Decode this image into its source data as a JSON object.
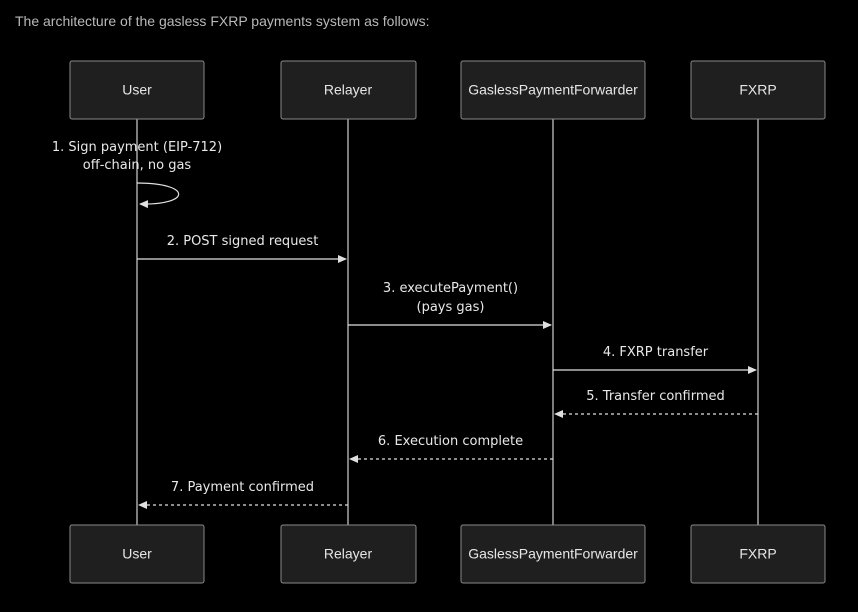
{
  "intro_text": "The architecture of the gasless FXRP payments system as follows:",
  "actors": [
    {
      "id": "user",
      "label": "User"
    },
    {
      "id": "relayer",
      "label": "Relayer"
    },
    {
      "id": "forwarder",
      "label": "GaslessPaymentForwarder"
    },
    {
      "id": "fxrp",
      "label": "FXRP"
    }
  ],
  "messages": [
    {
      "from": "user",
      "to": "user",
      "lines": [
        "1. Sign payment (EIP-712)",
        "off-chain, no gas"
      ],
      "style": "solid"
    },
    {
      "from": "user",
      "to": "relayer",
      "lines": [
        "2. POST signed request"
      ],
      "style": "solid"
    },
    {
      "from": "relayer",
      "to": "forwarder",
      "lines": [
        "3. executePayment()",
        "(pays gas)"
      ],
      "style": "solid"
    },
    {
      "from": "forwarder",
      "to": "fxrp",
      "lines": [
        "4. FXRP transfer"
      ],
      "style": "solid"
    },
    {
      "from": "fxrp",
      "to": "forwarder",
      "lines": [
        "5. Transfer confirmed"
      ],
      "style": "dashed"
    },
    {
      "from": "forwarder",
      "to": "relayer",
      "lines": [
        "6. Execution complete"
      ],
      "style": "dashed"
    },
    {
      "from": "relayer",
      "to": "user",
      "lines": [
        "7. Payment confirmed"
      ],
      "style": "dashed"
    }
  ],
  "colors": {
    "background": "#000000",
    "box_fill": "#1f1f1f",
    "box_stroke": "#8a8a8a",
    "line": "#e0e0e0",
    "text": "#e8e8e8"
  }
}
